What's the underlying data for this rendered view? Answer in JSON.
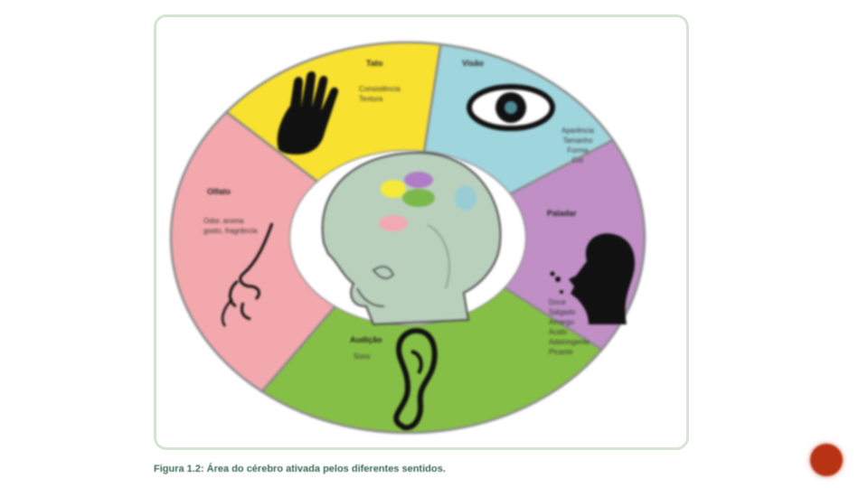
{
  "diagram": {
    "segments": [
      {
        "key": "tato",
        "title": "Tato",
        "color": "#f9e12f",
        "lines": [
          "Consistência",
          "Textura"
        ]
      },
      {
        "key": "visao",
        "title": "Visão",
        "color": "#9fd5dd",
        "lines": [
          "Aparência",
          "Tamanho",
          "Forma",
          "Cor"
        ]
      },
      {
        "key": "paladar",
        "title": "Paladar",
        "color": "#bf8fc6",
        "lines": [
          "Doce",
          "Salgado",
          "Amargo",
          "Ácido",
          "Adstringente",
          "Picante"
        ]
      },
      {
        "key": "audicao",
        "title": "Audição",
        "color": "#86bf45",
        "lines": [
          "Sons"
        ]
      },
      {
        "key": "olfato",
        "title": "Olfato",
        "color": "#f3a8ad",
        "lines": [
          "Odor, aroma",
          "gosto, fragrância"
        ]
      }
    ],
    "ring_border_color": "#8a8a8a",
    "brain_colors": {
      "tato": "#f5ea3a",
      "visao": "#98cdd4",
      "paladar": "#b07cc8",
      "audicao": "#7ab84a",
      "olfato": "#f2a9b4"
    }
  },
  "caption": "Figura 1.2: Área do cérebro ativada pelos diferentes sentidos.",
  "nav": {
    "dot_color": "#b73314"
  }
}
